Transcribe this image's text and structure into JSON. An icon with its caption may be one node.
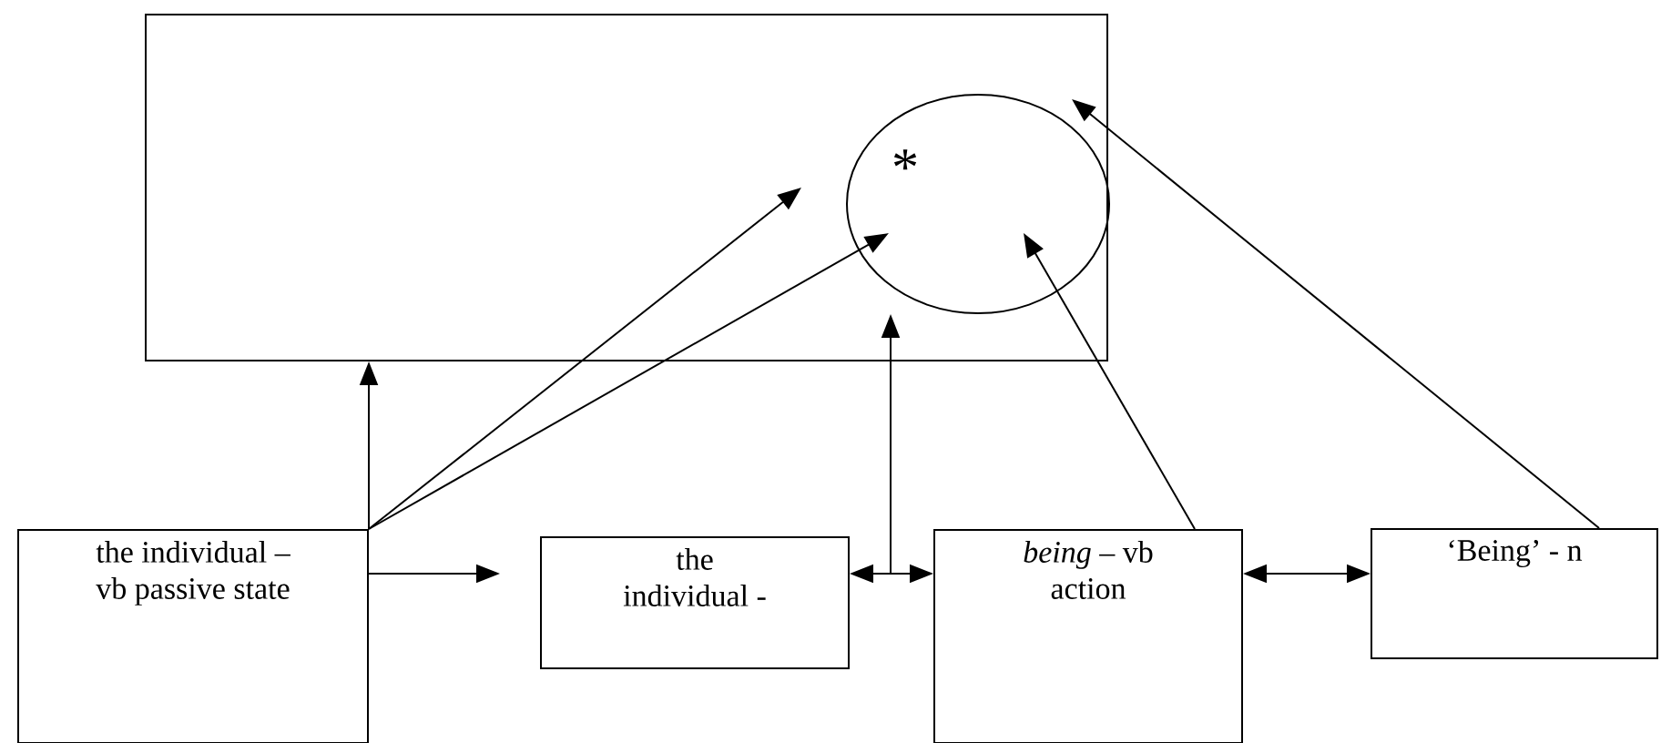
{
  "diagram": {
    "nodes": [
      {
        "text": [],
        "shape": "box"
      },
      {
        "text": [
          "*"
        ],
        "in": 0
      },
      {
        "text": [
          "the individual – vb passive state"
        ]
      },
      {
        "text": [
          "the individual -"
        ]
      },
      {
        "text": [
          "*being* – vb action"
        ]
      },
      {
        "text": [
          "‘Being’ - n"
        ]
      }
    ],
    "edges": [
      {
        "from": 2,
        "to": 0,
        "arrow": "to"
      },
      {
        "from": 2,
        "to": null,
        "arrow": "to"
      },
      {
        "from": 2,
        "to": 1,
        "arrow": "to"
      },
      {
        "from": 2,
        "to": 3,
        "arrow": "to"
      },
      {
        "from": 3,
        "to": 4,
        "arrow": "both"
      },
      {
        "from": null,
        "to": 1,
        "arrow": "to"
      },
      {
        "from": 4,
        "to": 1,
        "arrow": "to"
      },
      {
        "from": 4,
        "to": 5,
        "arrow": "both"
      },
      {
        "from": 5,
        "to": 0,
        "arrow": "to"
      }
    ]
  }
}
